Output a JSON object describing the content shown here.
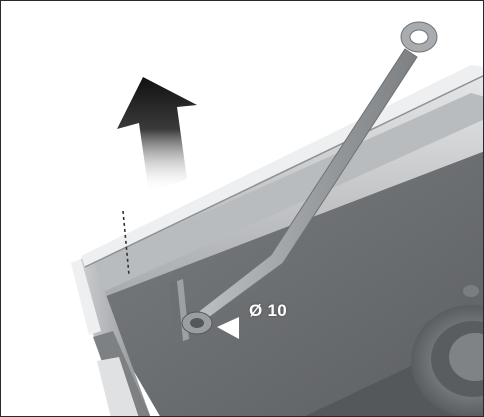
{
  "illustration": {
    "subject": "wrench-removing-bolt-from-housing",
    "callout": {
      "size_label": "Ø 10"
    },
    "arrow_direction": "up",
    "colors": {
      "housing_dark": "#6b6e70",
      "housing_mid": "#8d9093",
      "housing_light": "#c9cbcd",
      "wrench": "#a5a8ab",
      "arrow": "#1a1a1a",
      "background": "#ffffff"
    }
  }
}
